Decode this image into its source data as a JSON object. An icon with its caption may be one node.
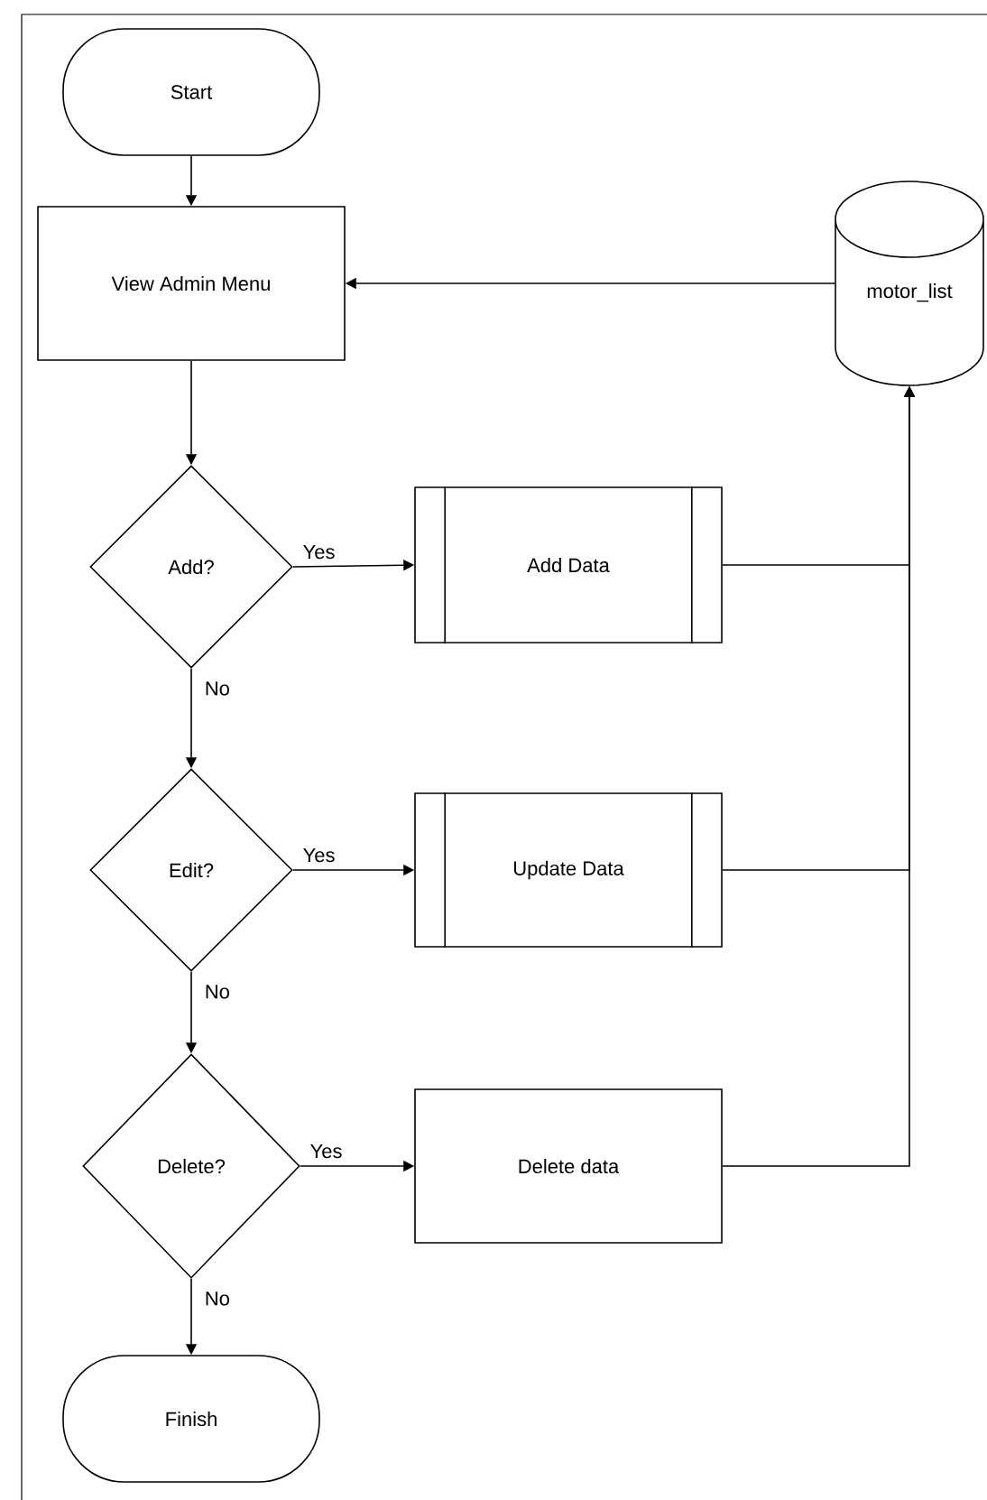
{
  "diagram": {
    "nodes": [
      {
        "text": [
          "Start"
        ]
      },
      {
        "text": [
          "View Admin Menu"
        ]
      },
      {
        "text": [
          "motor_list"
        ]
      },
      {
        "text": [
          "Add?"
        ]
      },
      {
        "text": [
          "Add Data"
        ]
      },
      {
        "text": [
          "Edit?"
        ]
      },
      {
        "text": [
          "Update Data"
        ]
      },
      {
        "text": [
          "Delete?"
        ]
      },
      {
        "text": [
          "Delete data"
        ]
      },
      {
        "text": [
          "Finish"
        ]
      }
    ],
    "edges": [
      {
        "from": 0,
        "to": 1,
        "arrow": "to"
      },
      {
        "from": 2,
        "to": 1,
        "arrow": "to"
      },
      {
        "from": 1,
        "to": 3,
        "arrow": "to"
      },
      {
        "from": 3,
        "to": 4,
        "arrow": "to",
        "label": "Yes"
      },
      {
        "from": 3,
        "to": 5,
        "arrow": "to",
        "label": "No"
      },
      {
        "from": 4,
        "to": 2,
        "arrow": "to"
      },
      {
        "from": 5,
        "to": 6,
        "arrow": "to",
        "label": "Yes"
      },
      {
        "from": 5,
        "to": 7,
        "arrow": "to",
        "label": "No"
      },
      {
        "from": 6,
        "to": 2,
        "arrow": "to"
      },
      {
        "from": 7,
        "to": 8,
        "arrow": "to",
        "label": "Yes"
      },
      {
        "from": 7,
        "to": 9,
        "arrow": "to",
        "label": "No"
      },
      {
        "from": 8,
        "to": 2,
        "arrow": "to"
      }
    ]
  }
}
